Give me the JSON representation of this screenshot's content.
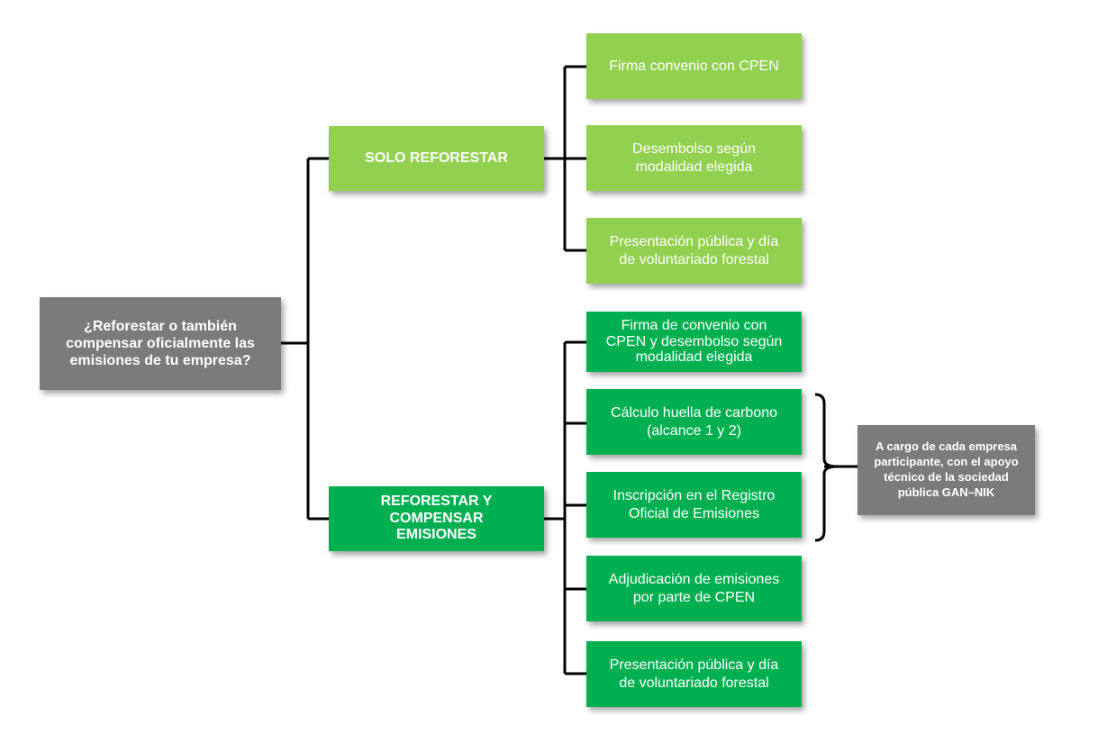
{
  "question": {
    "line1": "¿Reforestar o también",
    "line2": "compensar oficialmente las",
    "line3": "emisiones de tu empresa?"
  },
  "option_reforestar": {
    "label": "SOLO REFORESTAR",
    "steps": [
      {
        "line1": "Firma convenio con CPEN",
        "line2": ""
      },
      {
        "line1": "Desembolso según",
        "line2": "modalidad elegida"
      },
      {
        "line1": "Presentación pública y día",
        "line2": "de voluntariado forestal"
      }
    ]
  },
  "option_compensar": {
    "line1": "REFORESTAR Y COMPENSAR",
    "line2": "EMISIONES",
    "steps": [
      {
        "line1": "Firma de convenio con",
        "line2": "CPEN y desembolso según",
        "line3": "modalidad elegida"
      },
      {
        "line1": "Cálculo huella de carbono",
        "line2": "(alcance 1 y 2)"
      },
      {
        "line1": "Inscripción en el Registro",
        "line2": "Oficial de Emisiones"
      },
      {
        "line1": "Adjudicación de emisiones",
        "line2": "por parte de CPEN"
      },
      {
        "line1": "Presentación pública y día",
        "line2": "de voluntariado forestal"
      }
    ]
  },
  "note": {
    "line1": "A cargo de cada empresa",
    "line2": "participante, con el apoyo",
    "line3": "técnico de la sociedad",
    "line4": "pública GAN–NIK"
  },
  "colors": {
    "question_box": "#7b7b7b",
    "reforestar_branch": "#92d050",
    "compensar_branch": "#00b050",
    "connector": "#000000"
  }
}
